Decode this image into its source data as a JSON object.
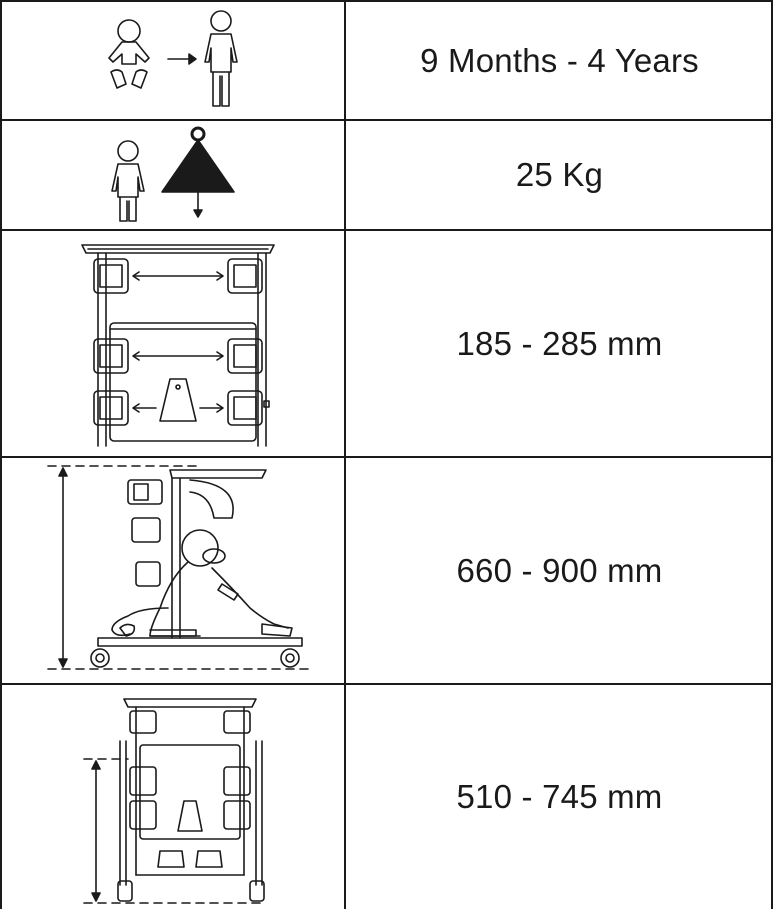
{
  "spec_table": {
    "rows": [
      {
        "icon": "age-growth-icon",
        "value": "9 Months - 4 Years"
      },
      {
        "icon": "user-weight-icon",
        "value": "25 Kg"
      },
      {
        "icon": "trunk-width-icon",
        "value": "185 - 285 mm"
      },
      {
        "icon": "overall-height-icon",
        "value": "660 - 900 mm"
      },
      {
        "icon": "seat-height-icon",
        "value": "510 - 745 mm"
      }
    ]
  }
}
